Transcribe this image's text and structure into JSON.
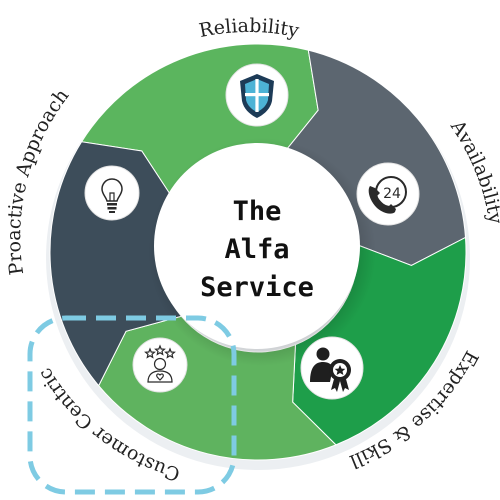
{
  "center": {
    "lines": [
      "The",
      "Alfa",
      "Service"
    ]
  },
  "segments": [
    {
      "label": "Reliability",
      "icon": "shield-icon",
      "color": "#5bb55e"
    },
    {
      "label": "Availability",
      "icon": "phone-24-icon",
      "color": "#5c6670"
    },
    {
      "label": "Expertise & Skill",
      "icon": "expert-badge-icon",
      "color": "#1e9e4a"
    },
    {
      "label": "Customer Centric",
      "icon": "customer-rating-icon",
      "color": "#5fb35f"
    },
    {
      "label": "Proactive Approach",
      "icon": "lightbulb-icon",
      "color": "#3d4d5a"
    }
  ],
  "highlight": {
    "color": "#7ecbe3",
    "style": "dashed"
  },
  "colors": {
    "ring_shadow": "#d7dade",
    "center_fill": "#ffffff",
    "text": "#222222"
  }
}
